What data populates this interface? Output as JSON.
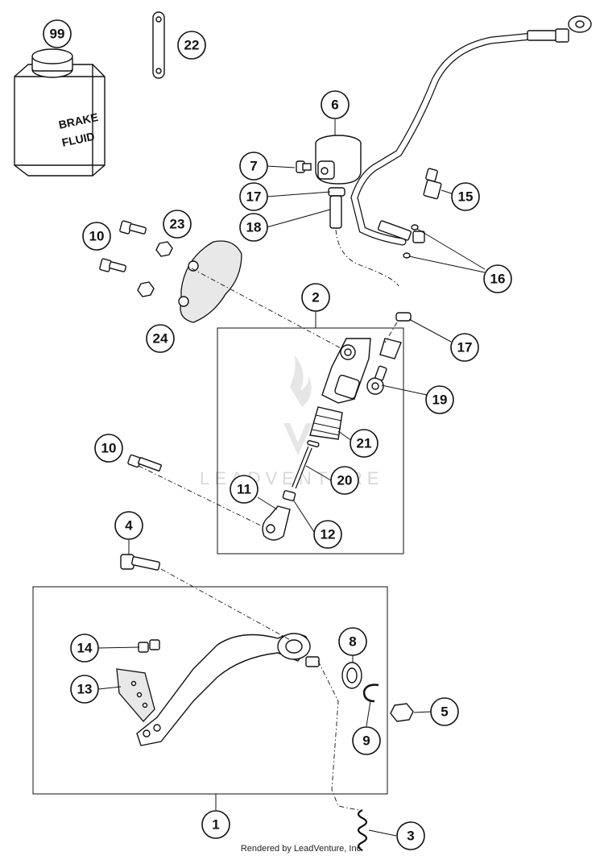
{
  "callouts": [
    {
      "id": "99",
      "label": "99"
    },
    {
      "id": "22",
      "label": "22"
    },
    {
      "id": "6",
      "label": "6"
    },
    {
      "id": "7",
      "label": "7"
    },
    {
      "id": "17a",
      "label": "17"
    },
    {
      "id": "18",
      "label": "18"
    },
    {
      "id": "15",
      "label": "15"
    },
    {
      "id": "16",
      "label": "16"
    },
    {
      "id": "10a",
      "label": "10"
    },
    {
      "id": "23",
      "label": "23"
    },
    {
      "id": "24",
      "label": "24"
    },
    {
      "id": "2",
      "label": "2"
    },
    {
      "id": "17b",
      "label": "17"
    },
    {
      "id": "19",
      "label": "19"
    },
    {
      "id": "21",
      "label": "21"
    },
    {
      "id": "10b",
      "label": "10"
    },
    {
      "id": "20",
      "label": "20"
    },
    {
      "id": "11",
      "label": "11"
    },
    {
      "id": "12",
      "label": "12"
    },
    {
      "id": "4",
      "label": "4"
    },
    {
      "id": "8",
      "label": "8"
    },
    {
      "id": "14",
      "label": "14"
    },
    {
      "id": "13",
      "label": "13"
    },
    {
      "id": "5",
      "label": "5"
    },
    {
      "id": "9",
      "label": "9"
    },
    {
      "id": "1",
      "label": "1"
    },
    {
      "id": "3",
      "label": "3"
    }
  ],
  "can_label": {
    "line1": "BRAKE",
    "line2": "FLUID"
  },
  "watermark": "LEADVENTURE",
  "footer": "Rendered by LeadVenture, Inc."
}
